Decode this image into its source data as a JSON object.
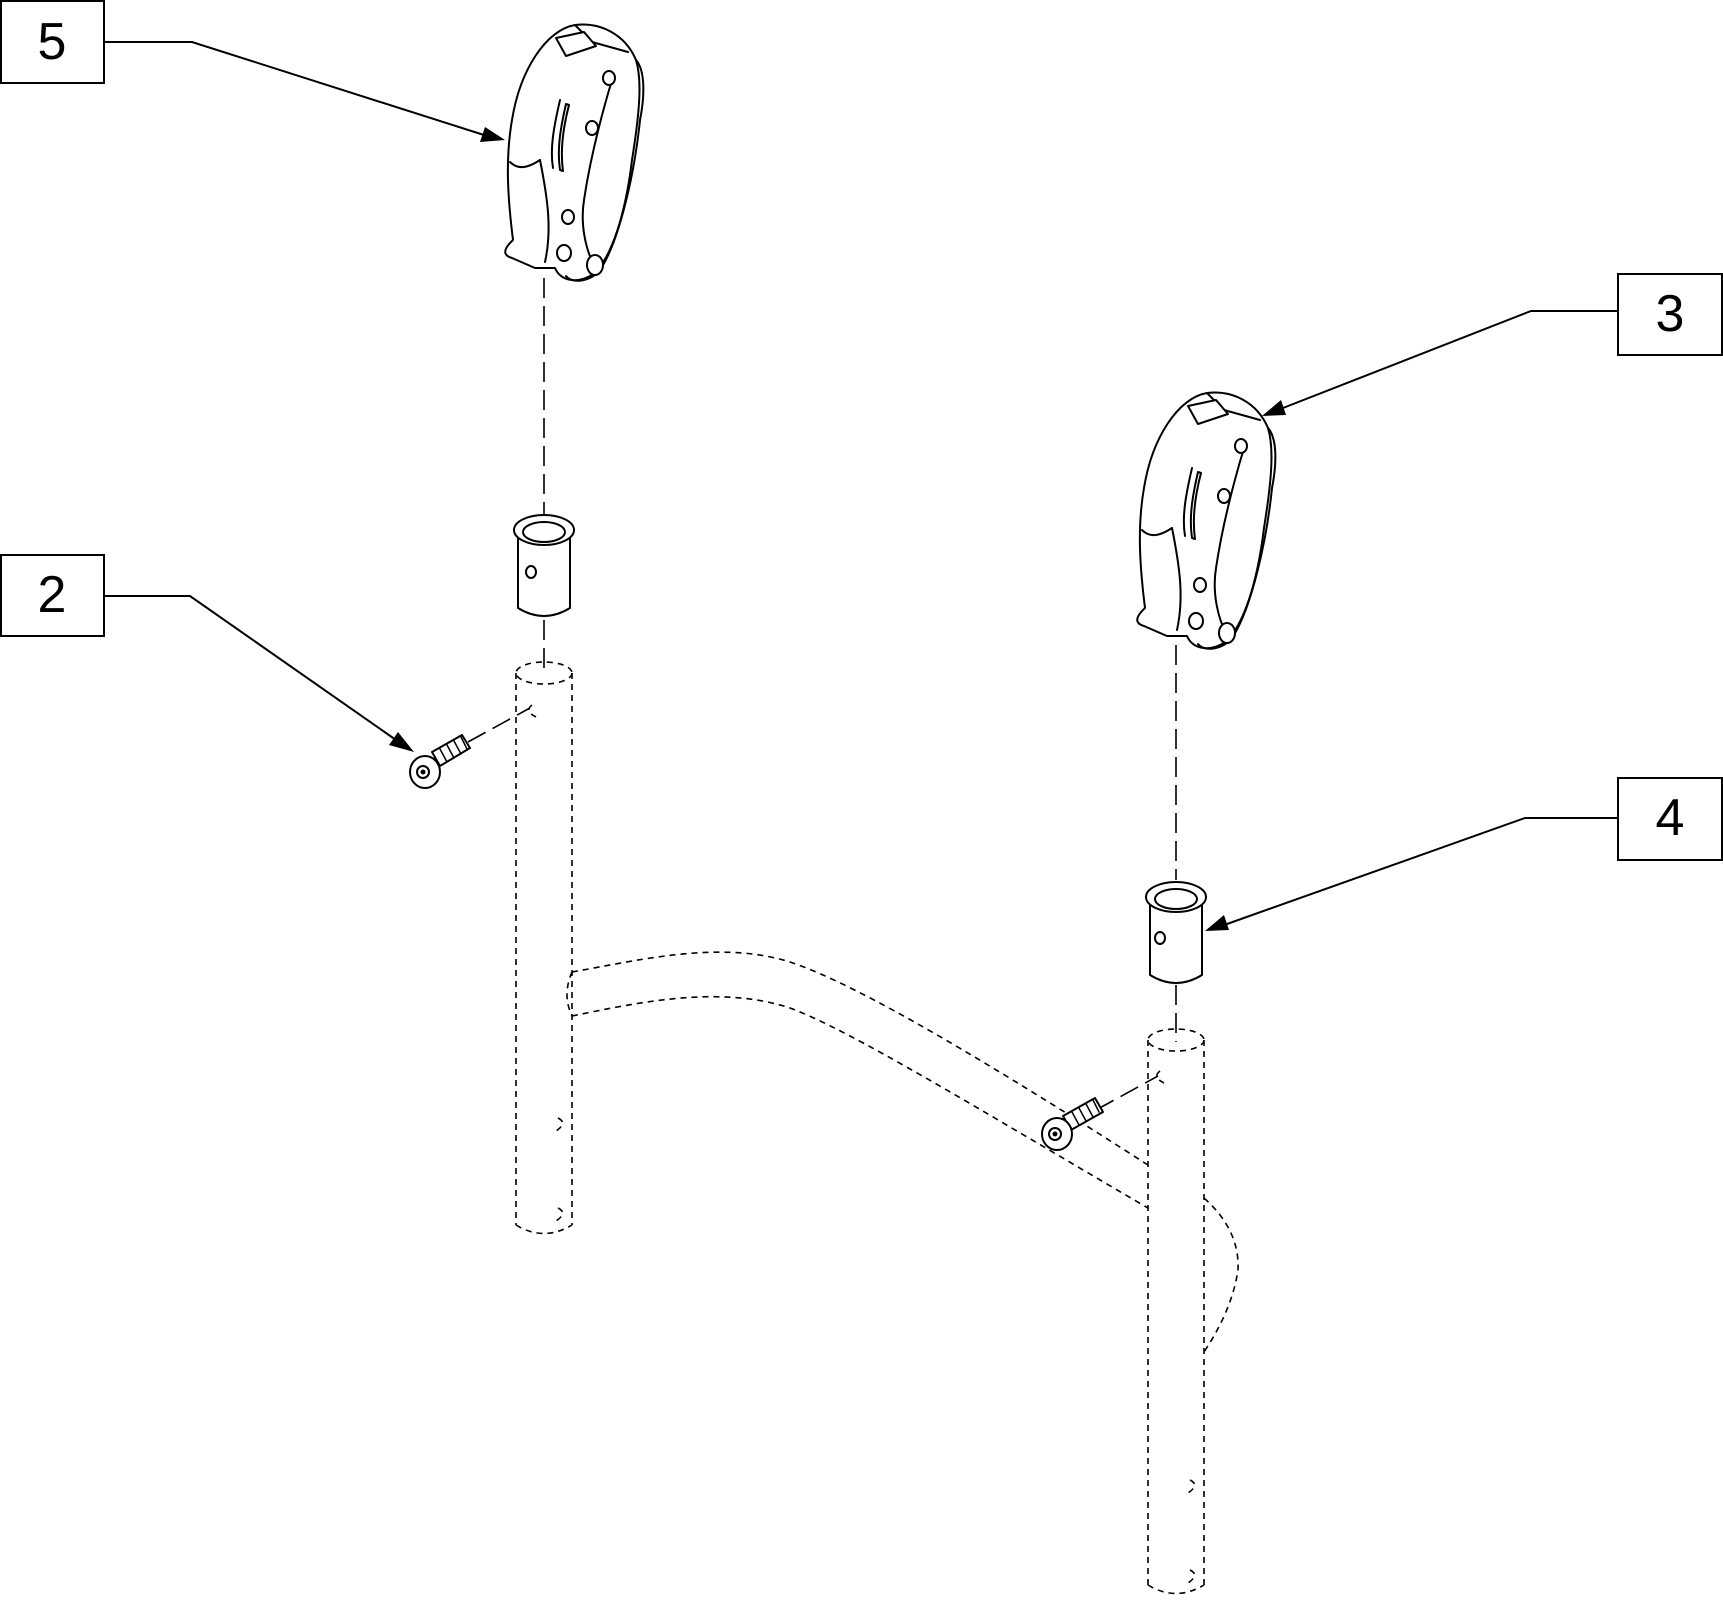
{
  "callouts": [
    {
      "id": "callout-5",
      "label": "5",
      "part": "left-arm-pad"
    },
    {
      "id": "callout-3",
      "label": "3",
      "part": "right-arm-pad"
    },
    {
      "id": "callout-2",
      "label": "2",
      "part": "screw"
    },
    {
      "id": "callout-4",
      "label": "4",
      "part": "receiver-sleeve"
    }
  ],
  "colors": {
    "line": "#000000",
    "background": "#ffffff"
  }
}
